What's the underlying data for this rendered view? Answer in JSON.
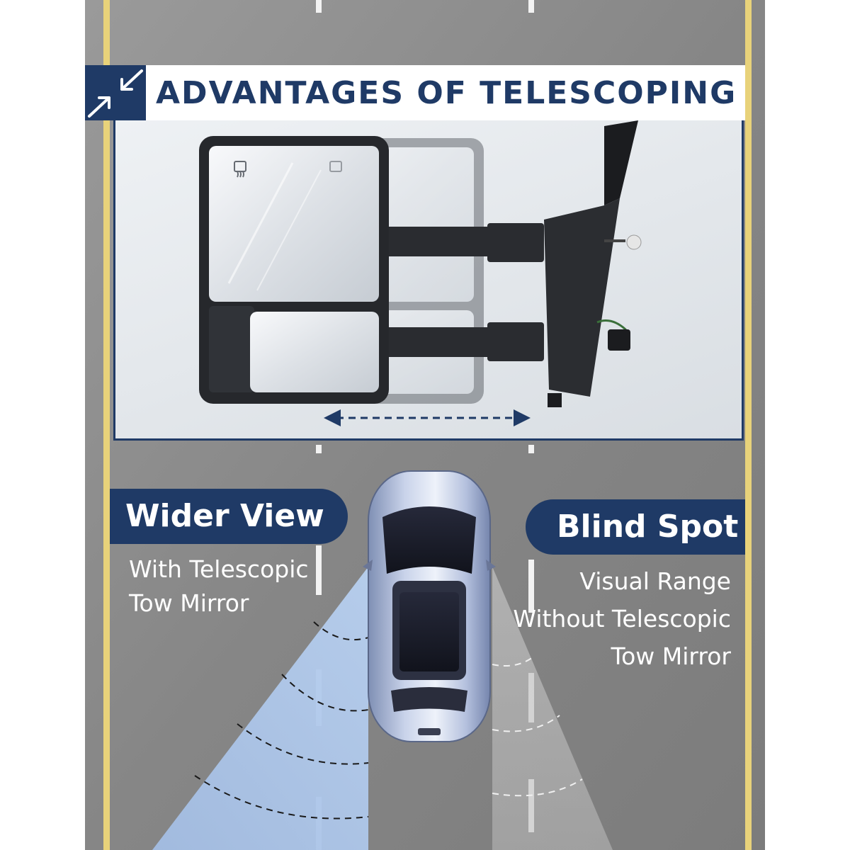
{
  "banner": {
    "title": "ADVANTAGES OF TELESCOPING",
    "icon": "collapse-arrows-icon"
  },
  "left_callout": {
    "heading": "Wider View",
    "line1": "With Telescopic",
    "line2": "Tow Mirror"
  },
  "right_callout": {
    "heading": "Blind Spot",
    "line1": "Visual Range",
    "line2": "Without Telescopic",
    "line3": "Tow Mirror"
  },
  "colors": {
    "navy": "#1f3a66",
    "road": "#8a8a8a",
    "lane_yellow": "#e8d27a",
    "view_blue": "#a9c3e6"
  },
  "icons": [
    "collapse-arrows-icon",
    "defrost-heater-icon",
    "double-arrow-icon"
  ]
}
